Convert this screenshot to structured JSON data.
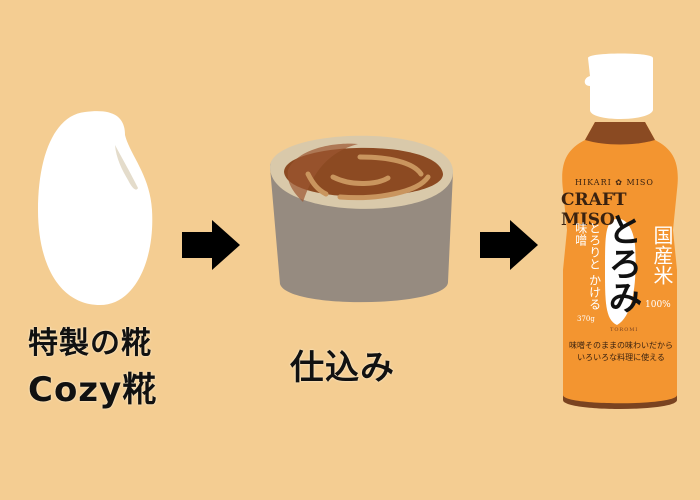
{
  "steps": [
    {
      "name": "rice",
      "illustration": "rice-grain",
      "label_line1": "特製の糀",
      "label_line2": "Cozy糀"
    },
    {
      "name": "preparation",
      "illustration": "miso-cup",
      "label": "仕込み"
    },
    {
      "name": "product",
      "illustration": "miso-bottle",
      "brand": "HIKARI ✿ MISO",
      "product_line": "CRAFT MISO",
      "product_name": "とろみ",
      "tagline": "とろりと かける味噌",
      "origin": "国産米",
      "percent": "100%",
      "weight": "370g",
      "romaji": "TOROMI",
      "description_line1": "味噌そのままの味わいだから",
      "description_line2": "いろいろな料理に使える"
    }
  ],
  "arrows": [
    "arrow-1",
    "arrow-2"
  ],
  "colors": {
    "background": "#f4cd92",
    "bottle_orange": "#f39530",
    "bottle_neck": "#8a4a22",
    "cup_gray": "#968b80",
    "miso_brown": "#8c4a22"
  }
}
